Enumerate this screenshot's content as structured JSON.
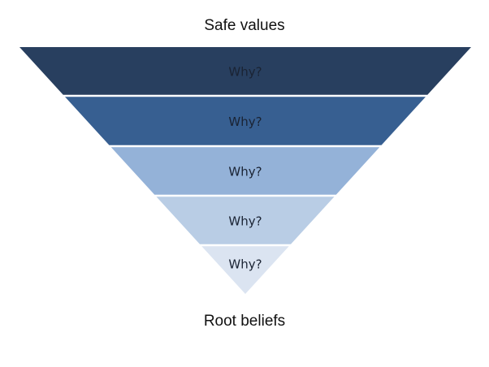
{
  "top_label": "Safe values",
  "bottom_label": "Root beliefs",
  "layers": [
    {
      "label": "Why?",
      "color": "#283f5f"
    },
    {
      "label": "Why?",
      "color": "#375f91"
    },
    {
      "label": "Why?",
      "color": "#94b2d8"
    },
    {
      "label": "Why?",
      "color": "#b9cde5"
    },
    {
      "label": "Why?",
      "color": "#dbe4f1"
    }
  ]
}
